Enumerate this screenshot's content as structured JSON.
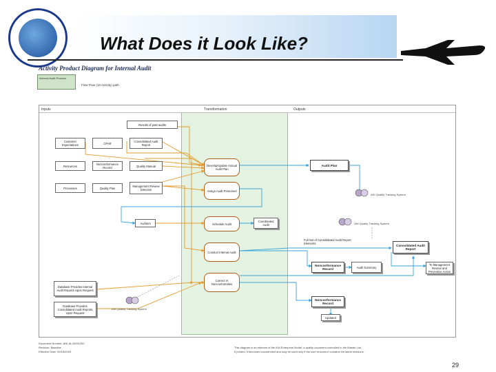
{
  "slide": {
    "title": "What Does it Look Like?",
    "page_number": "29"
  },
  "diagram": {
    "title": "Activity Product Diagram for Internal Audit",
    "legend_box": "Internal Audit Process",
    "legend_text": "Flow Flow (10 Activity) path",
    "columns": {
      "inputs": "Inputs",
      "transformation": "Transformation",
      "outputs": "Outputs"
    },
    "inputs": [
      {
        "id": "results_past",
        "label": "Results of past audits"
      },
      {
        "id": "customer_exp",
        "label": "Customer Expectations"
      },
      {
        "id": "cpar",
        "label": "CPAR"
      },
      {
        "id": "consolidated_audit",
        "label": "Consolidated Audit Report"
      },
      {
        "id": "resources",
        "label": "Resources"
      },
      {
        "id": "nonconf_record",
        "label": "Nonconformance Record"
      },
      {
        "id": "quality_manual",
        "label": "Quality Manual"
      },
      {
        "id": "processes",
        "label": "Processes"
      },
      {
        "id": "quality_plan",
        "label": "Quality Plan"
      },
      {
        "id": "mgmt_review",
        "label": "Management Review Direction"
      },
      {
        "id": "auditors",
        "label": "Auditors"
      },
      {
        "id": "database_report",
        "label": "Database Provides Internal Audit Reports Upon Request"
      },
      {
        "id": "database_consolidated",
        "label": "Database Provides Consolidated Audit Reports Upon Request"
      }
    ],
    "activities": [
      {
        "id": "develop_plan",
        "label": "Develop/Update Annual Audit Plan"
      },
      {
        "id": "assign_personnel",
        "label": "Assign Audit Personnel"
      },
      {
        "id": "schedule_audit",
        "label": "Schedule Audit"
      },
      {
        "id": "conduct_audit",
        "label": "Conduct Internal Audit"
      },
      {
        "id": "correct_nc",
        "label": "Correct IA Nonconformities"
      }
    ],
    "outputs": [
      {
        "id": "audit_plan",
        "label": "Audit Plan"
      },
      {
        "id": "coordinated_audit",
        "label": "Coordinated Audit"
      },
      {
        "id": "full_set",
        "label": "Full Set of Consolidated Audit Report Elements"
      },
      {
        "id": "consolidated_report_out",
        "label": "Consolidated Audit Report"
      },
      {
        "id": "nonconf_record_out",
        "label": "Nonconformance Record"
      },
      {
        "id": "audit_summary",
        "label": "Audit Summary"
      },
      {
        "id": "to_mgmt_review",
        "label": "To Management Review and Preventive Action"
      },
      {
        "id": "nonconf_record_out2",
        "label": "Nonconformance Record"
      },
      {
        "id": "updated",
        "label": "Updated"
      }
    ],
    "systems": {
      "aqs_1": "ANI Quality Tracking System",
      "aqs_2": "ANI Quality Tracking System",
      "aqs_3": "ANI Quality Tracking System"
    },
    "footnotes": {
      "left_1": "Document Number: ANI-IA-20091202",
      "left_2": "Revision: Baseline",
      "left_3": "Effective Date: 09/15/2009",
      "right_1": "This diagram is an element of the ANI Enterprise Model, a quality document controlled in the Master List.",
      "right_2": "If printed, it becomes uncontrolled and may be used only if the user ensures it contains the latest revisions."
    }
  },
  "colors": {
    "transformation_band": "#e4f3e1",
    "input_arrow": "#e39a2a",
    "output_arrow": "#3aa3d8",
    "activity_border": "#b05a1a"
  }
}
